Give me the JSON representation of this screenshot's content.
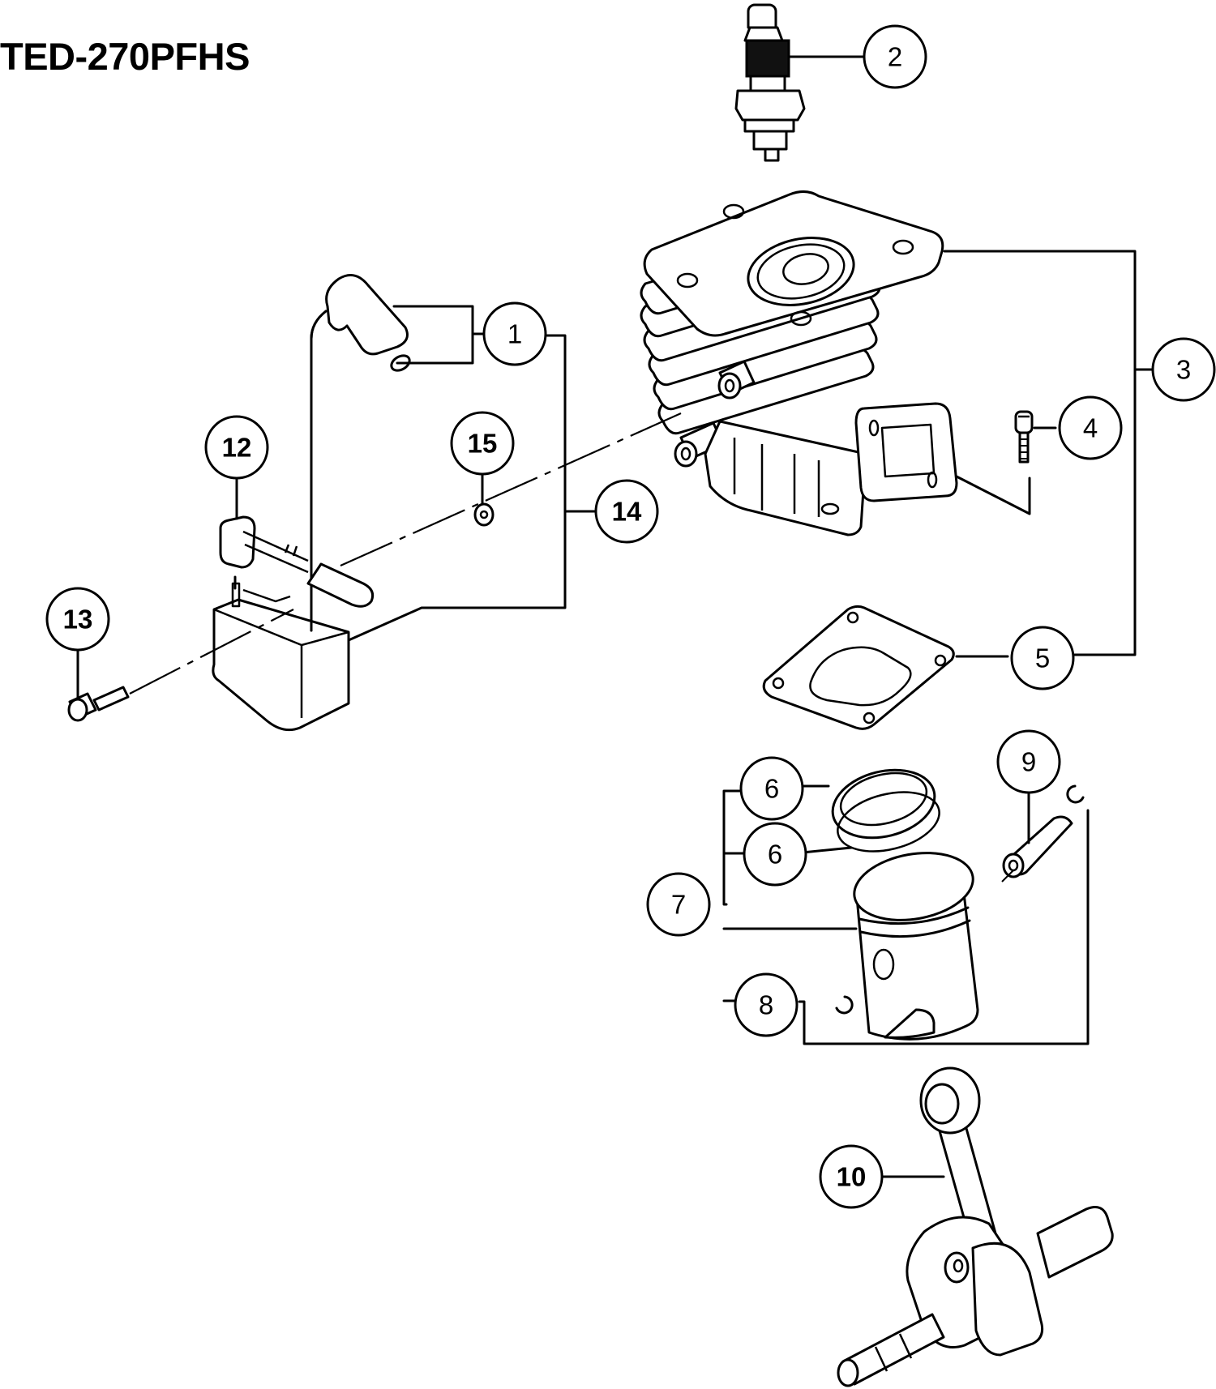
{
  "page": {
    "title": "TED-270PFHS",
    "diagram_type": "exploded parts diagram",
    "colors": {
      "line": "#000000",
      "background": "#ffffff"
    }
  },
  "callouts": [
    {
      "id": "c1",
      "label": "1",
      "part": "spark-plug-cap"
    },
    {
      "id": "c2",
      "label": "2",
      "part": "spark-plug"
    },
    {
      "id": "c3",
      "label": "3",
      "part": "cylinder-assembly"
    },
    {
      "id": "c4",
      "label": "4",
      "part": "cylinder-bolt"
    },
    {
      "id": "c5",
      "label": "5",
      "part": "cylinder-gasket"
    },
    {
      "id": "c6a",
      "label": "6",
      "part": "piston-ring-upper"
    },
    {
      "id": "c6b",
      "label": "6",
      "part": "piston-ring-lower"
    },
    {
      "id": "c7",
      "label": "7",
      "part": "piston-assembly"
    },
    {
      "id": "c8",
      "label": "8",
      "part": "circlip"
    },
    {
      "id": "c9",
      "label": "9",
      "part": "piston-pin"
    },
    {
      "id": "c10",
      "label": "10",
      "part": "crankshaft-assembly"
    },
    {
      "id": "c12",
      "label": "12",
      "part": "stop-switch-terminal"
    },
    {
      "id": "c13",
      "label": "13",
      "part": "ignition-coil-screw"
    },
    {
      "id": "c14",
      "label": "14",
      "part": "ignition-coil"
    },
    {
      "id": "c15",
      "label": "15",
      "part": "washer"
    }
  ]
}
